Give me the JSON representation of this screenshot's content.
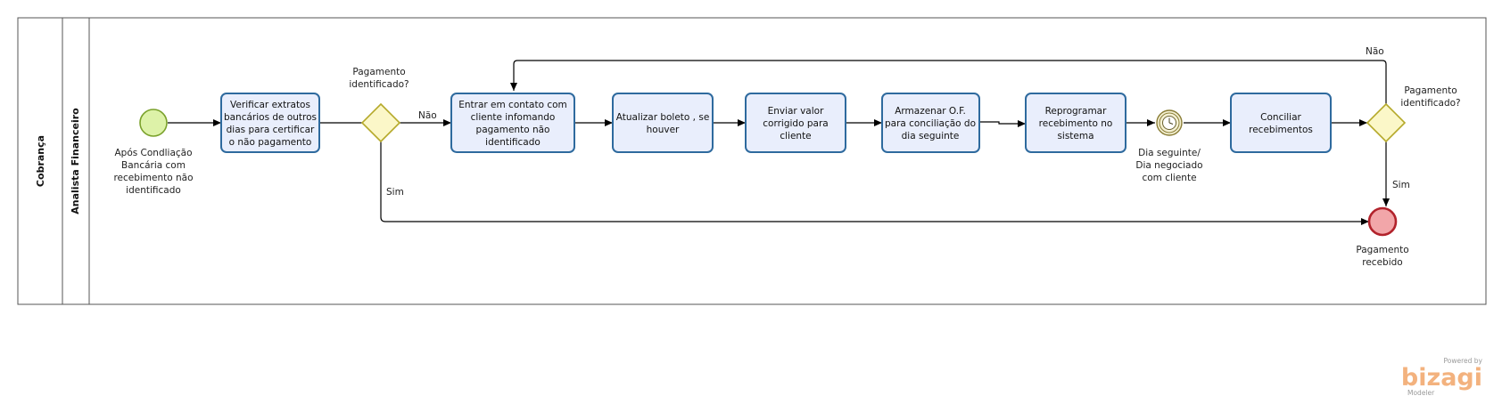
{
  "pool": {
    "label": "Cobrança"
  },
  "lane": {
    "label": "Analista Financeiro"
  },
  "start_event": {
    "lines": [
      "Após Condliação",
      "Bancária com",
      "recebimento não",
      "identificado"
    ]
  },
  "tasks": {
    "t1": {
      "lines": [
        "Verificar extratos",
        "bancários de outros",
        "dias para certificar",
        "o não pagamento"
      ]
    },
    "t2": {
      "lines": [
        "Entrar em contato com",
        "cliente infomando",
        "pagamento não",
        "identificado"
      ]
    },
    "t3": {
      "lines": [
        "Atualizar boleto , se",
        "houver"
      ]
    },
    "t4": {
      "lines": [
        "Enviar valor",
        "corrigido para",
        "cliente"
      ]
    },
    "t5": {
      "lines": [
        "Armazenar O.F.",
        "para conciliação do",
        "dia seguinte"
      ]
    },
    "t6": {
      "lines": [
        "Reprogramar",
        "recebimento no",
        "sistema"
      ]
    },
    "t7": {
      "lines": [
        "Conciliar",
        "recebimentos"
      ]
    }
  },
  "gateway1": {
    "lines": [
      "Pagamento",
      "identificado?"
    ],
    "no_label": "Não",
    "yes_label": "Sim"
  },
  "gateway2": {
    "lines": [
      "Pagamento",
      "identificado?"
    ],
    "no_label": "Não",
    "yes_label": "Sim"
  },
  "timer_event": {
    "lines": [
      "Dia seguinte/",
      "Dia  negociado",
      "com cliente"
    ]
  },
  "end_event": {
    "lines": [
      "Pagamento",
      "recebido"
    ]
  },
  "branding": {
    "powered": "Powered by",
    "logo": "bizagi",
    "product": "Modeler"
  },
  "colors": {
    "task_fill": "#e9eefc",
    "task_stroke": "#2e6a9e",
    "start_fill": "#ddf2a8",
    "start_stroke": "#7aa12b",
    "end_fill": "#f2a6a9",
    "end_stroke": "#b2232c",
    "gateway_fill": "#fbf7c8",
    "gateway_stroke": "#b5a92a",
    "timer_fill": "#f4f0d2",
    "timer_stroke": "#8a7d36"
  }
}
